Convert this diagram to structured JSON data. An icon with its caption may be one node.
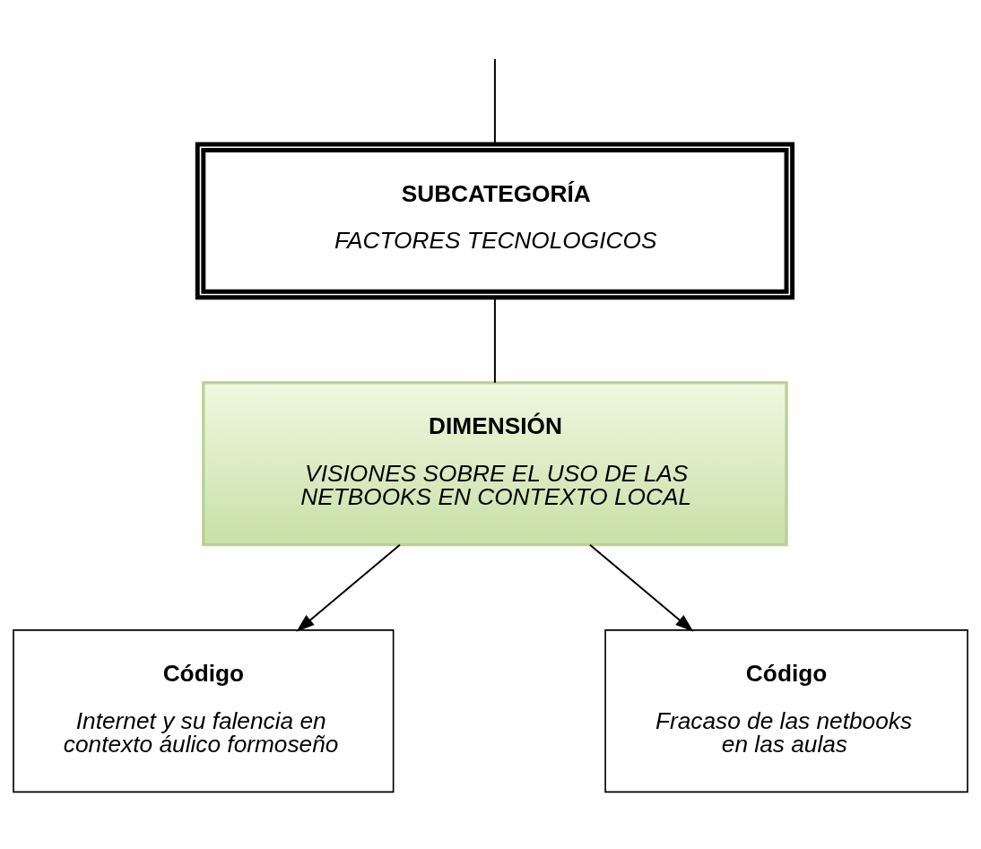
{
  "diagram": {
    "nodes": [
      {
        "text": [
          "SUBCATEGORÍA",
          "FACTORES TECNOLOGICOS"
        ]
      },
      {
        "text": [
          "DIMENSIÓN",
          "VISIONES SOBRE EL USO DE LAS NETBOOKS EN CONTEXTO LOCAL"
        ]
      },
      {
        "text": [
          "Código",
          "Internet y su falencia en contexto áulico formoseño"
        ]
      },
      {
        "text": [
          "Código",
          "Fracaso de las netbooks en las aulas"
        ]
      }
    ],
    "edges": [
      {
        "from": null,
        "to": 0,
        "arrow": "none"
      },
      {
        "from": 0,
        "to": 1,
        "arrow": "none"
      },
      {
        "from": 1,
        "to": 2,
        "arrow": "to"
      },
      {
        "from": 1,
        "to": 3,
        "arrow": "to"
      }
    ]
  }
}
